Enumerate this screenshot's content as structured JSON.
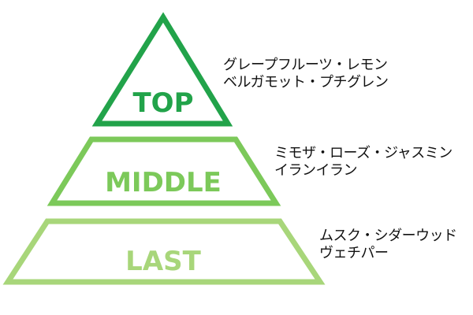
{
  "tiers": {
    "top": {
      "label": "TOP",
      "notes": [
        "グレープフルーツ・レモン",
        "ベルガモット・プチグレン"
      ],
      "color": "#22a34a"
    },
    "middle": {
      "label": "MIDDLE",
      "notes": [
        "ミモザ・ローズ・ジャスミン",
        "イランイラン"
      ],
      "color": "#7cc95a"
    },
    "last": {
      "label": "LAST",
      "notes": [
        "ムスク・シダーウッド",
        "ヴェチパー"
      ],
      "color": "#a8d67a"
    }
  }
}
